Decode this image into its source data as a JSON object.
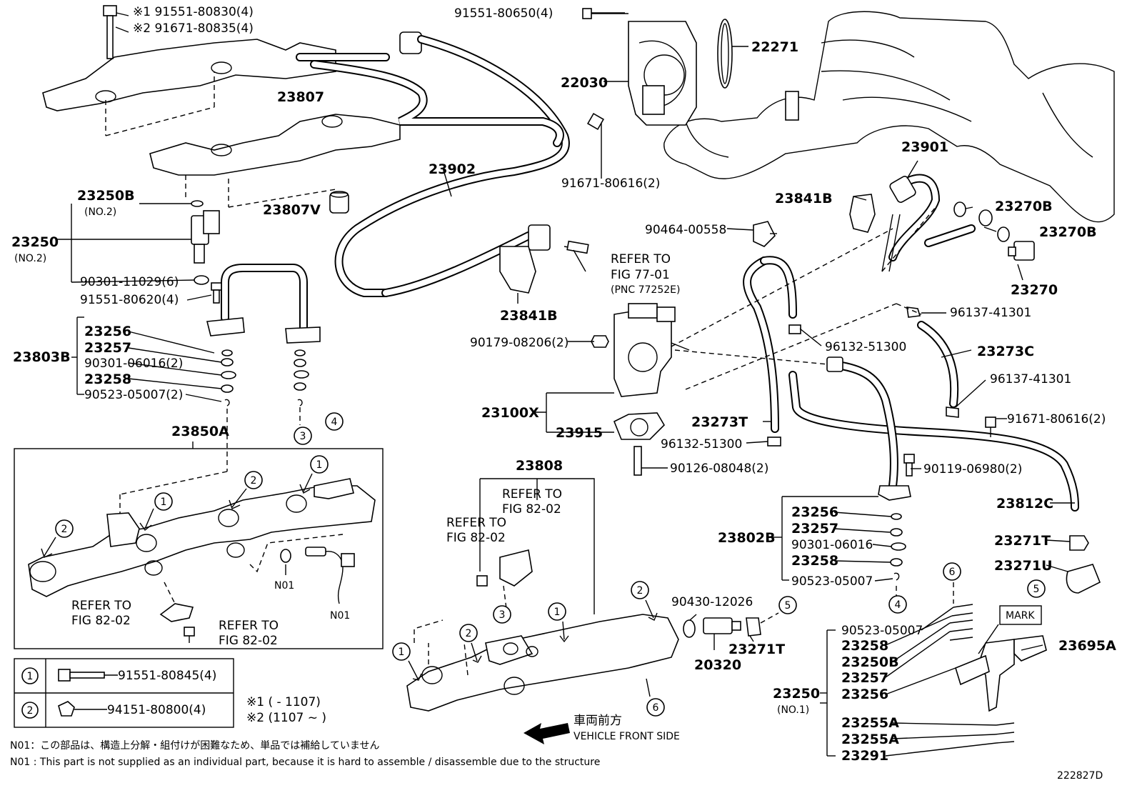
{
  "labels": {
    "l_91551_80830": "※1 91551-80830(4)",
    "l_91671_80835": "※2 91671-80835(4)",
    "l_91551_80650": "91551-80650(4)",
    "l_22030": "22030",
    "l_22271": "22271",
    "l_23807": "23807",
    "l_23807V": "23807V",
    "l_23902": "23902",
    "l_91671_80616a": "91671-80616(2)",
    "l_23901": "23901",
    "l_23841B_a": "23841B",
    "l_23270B_a": "23270B",
    "l_23270B_b": "23270B",
    "l_23270": "23270",
    "l_23250B_top": "23250B",
    "l_no2_a": "(NO.2)",
    "l_23250_left": "23250",
    "l_no2_b": "(NO.2)",
    "l_90301_11029": "90301-11029(6)",
    "l_91551_80620": "91551-80620(4)",
    "l_90464": "90464-00558",
    "l_refer77_a": "REFER TO",
    "l_refer77_b": "FIG 77-01",
    "l_refer77_c": "(PNC 77252E)",
    "l_23841B_b": "23841B",
    "l_96137_a": "96137-41301",
    "l_23256_a": "23256",
    "l_23257_a": "23257",
    "l_90301_06016_a": "90301-06016(2)",
    "l_23258_a": "23258",
    "l_90523_05007_a": "90523-05007(2)",
    "l_23803B": "23803B",
    "l_90179": "90179-08206(2)",
    "l_96132_a": "96132-51300",
    "l_23273C": "23273C",
    "l_96137_b": "96137-41301",
    "l_23100X": "23100X",
    "l_23915": "23915",
    "l_23273T": "23273T",
    "l_96132_b": "96132-51300",
    "l_91671_80616b": "91671-80616(2)",
    "l_90126": "90126-08048(2)",
    "l_23850A": "23850A",
    "l_23808": "23808",
    "l_refer82_a1": "REFER TO",
    "l_refer82_a2": "FIG 82-02",
    "l_refer82_b1": "REFER TO",
    "l_refer82_b2": "FIG 82-02",
    "l_refer82_c1": "REFER TO",
    "l_refer82_c2": "FIG 82-02",
    "l_refer82_d1": "REFER TO",
    "l_refer82_d2": "FIG 82-02",
    "l_90119": "90119-06980(2)",
    "l_23812C": "23812C",
    "l_23256_b": "23256",
    "l_23257_b": "23257",
    "l_90301_06016_b": "90301-06016",
    "l_23258_b": "23258",
    "l_90523_05007_b": "90523-05007",
    "l_23802B": "23802B",
    "l_23271T_a": "23271T",
    "l_23271U": "23271U",
    "l_n01_a": "N01",
    "l_n01_b": "N01",
    "l_90430": "90430-12026",
    "l_20320": "20320",
    "l_23271T_b": "23271T",
    "l_90523_05007_c": "90523-05007",
    "l_23258_c": "23258",
    "l_23250B_c": "23250B",
    "l_23257_c": "23257",
    "l_23256_c": "23256",
    "l_23250_right": "23250",
    "l_no1": "(NO.1)",
    "l_23255A_a": "23255A",
    "l_23255A_b": "23255A",
    "l_23291": "23291",
    "l_mark": "MARK",
    "l_23695A": "23695A"
  },
  "callouts": [
    "1",
    "2",
    "3",
    "4",
    "5",
    "6"
  ],
  "legend": {
    "row1_num": "1",
    "row1_part": "91551-80845(4)",
    "row2_num": "2",
    "row2_part": "94151-80800(4)",
    "note1": "※1 (     - 1107)",
    "note2": "※2 (1107 ~      )"
  },
  "direction": {
    "jp": "車両前方",
    "en": "VEHICLE FRONT SIDE"
  },
  "footnotes": {
    "jp": "N01：この部品は、構造上分解・組付けが困難なため、単品では補給していません",
    "en": "N01 : This part is not supplied as an individual part, because it is hard to assemble / disassemble due to the structure"
  },
  "figure_id": "222827D"
}
